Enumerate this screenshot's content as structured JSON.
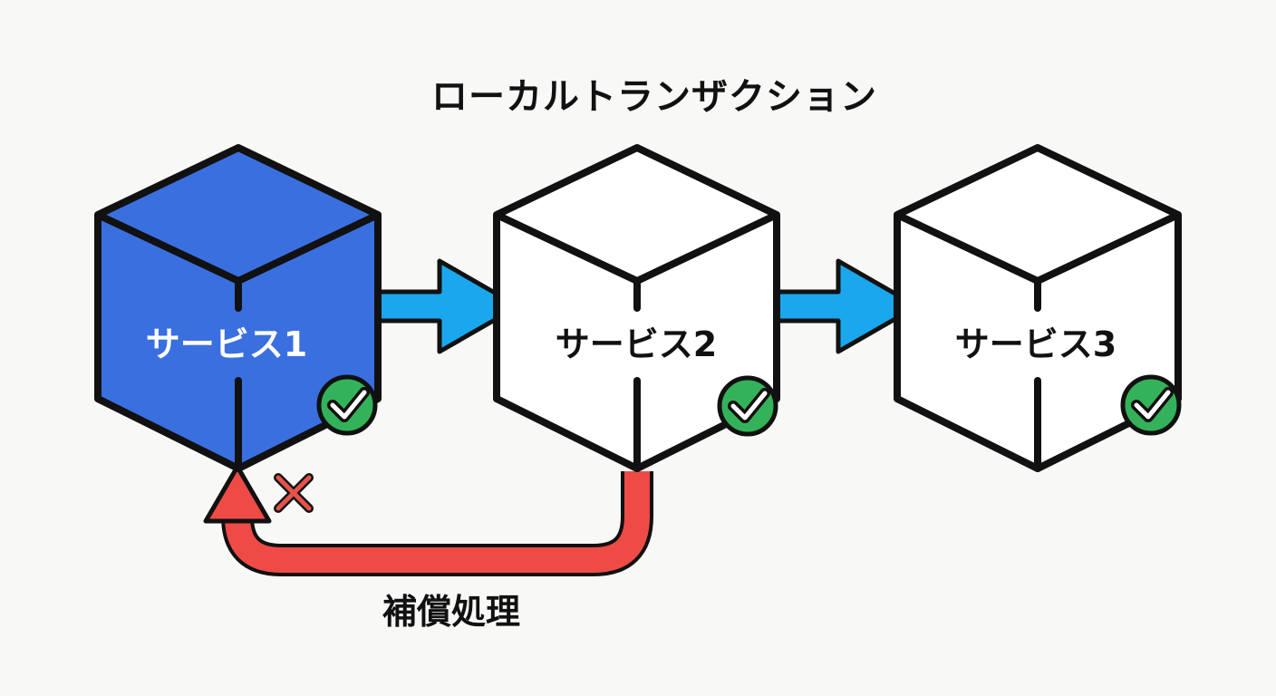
{
  "title": "ローカルトランザクション",
  "services": [
    {
      "label": "サービス1",
      "state": "active",
      "status_icon": "check-circle-icon"
    },
    {
      "label": "サービス2",
      "state": "idle",
      "status_icon": "check-circle-icon"
    },
    {
      "label": "サービス3",
      "state": "idle",
      "status_icon": "check-circle-icon"
    }
  ],
  "flow_arrows": [
    {
      "from": "サービス1",
      "to": "サービス2"
    },
    {
      "from": "サービス2",
      "to": "サービス3"
    }
  ],
  "compensation": {
    "label": "補償処理",
    "from": "サービス2",
    "to": "サービス1",
    "failure_icon": "x-mark-icon"
  },
  "colors": {
    "active_cube": "#3a6fe0",
    "idle_cube": "#ffffff",
    "flow_arrow": "#1aa7ee",
    "compensation_arrow": "#ee4b47",
    "check": "#34b25a",
    "fail_mark": "#e5534b",
    "outline": "#111111"
  }
}
